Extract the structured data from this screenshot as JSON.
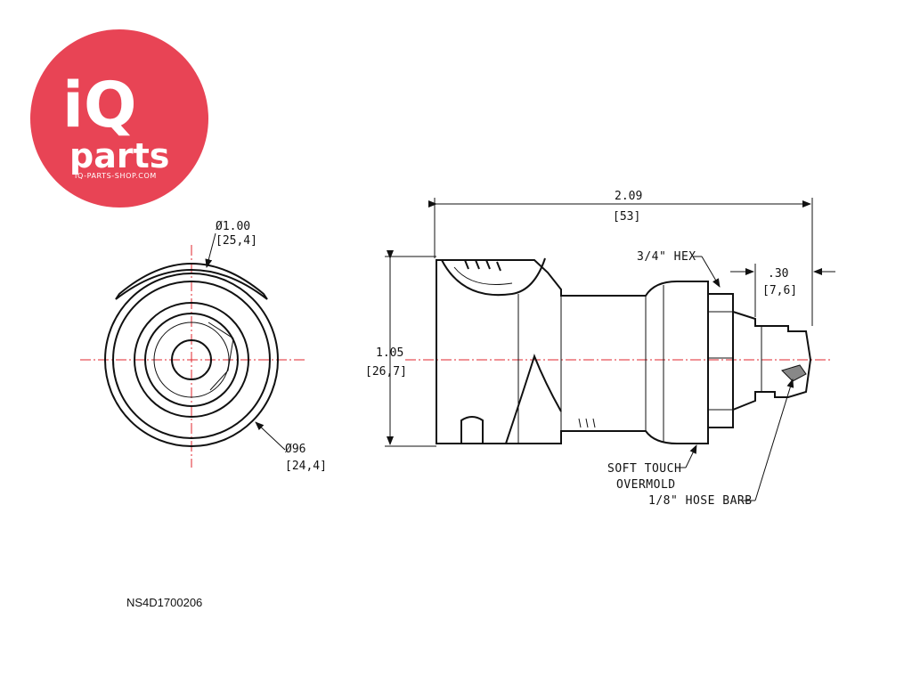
{
  "logo": {
    "line1": "iQ",
    "line2": "parts",
    "url": "IQ-PARTS-SHOP.COM",
    "color": "#e84455"
  },
  "front_view": {
    "dia_outer": "Ø1.00",
    "dia_outer_mm": "[25,4]",
    "dia_inner": "Ø96",
    "dia_inner_mm": "[24,4]"
  },
  "side_view": {
    "length": "2.09",
    "length_mm": "[53]",
    "height": "1.05",
    "height_mm": "[26,7]",
    "barb_len": ".30",
    "barb_len_mm": "[7,6]",
    "hex_label": "3/4\" HEX",
    "overmold_line1": "SOFT TOUCH",
    "overmold_line2": "OVERMOLD",
    "barb_label": "1/8\" HOSE BARB"
  },
  "part_number": "NS4D1700206",
  "colors": {
    "centerline": "#e0262e",
    "line": "#111111"
  }
}
